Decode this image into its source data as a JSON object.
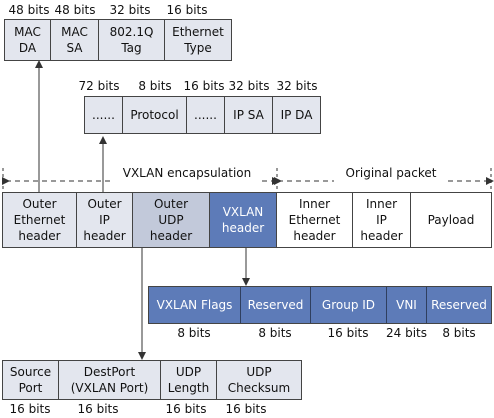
{
  "ethernet_header": {
    "bits": [
      "48 bits",
      "48 bits",
      "32 bits",
      "16 bits"
    ],
    "fields": [
      "MAC\nDA",
      "MAC\nSA",
      "802.1Q\nTag",
      "Ethernet\nType"
    ]
  },
  "ip_header": {
    "bits": [
      "72 bits",
      "8 bits",
      "16 bits",
      "32 bits",
      "32 bits"
    ],
    "fields": [
      "......",
      "Protocol",
      "......",
      "IP SA",
      "IP DA"
    ]
  },
  "encapsulation": {
    "vxlan_label": "VXLAN encapsulation",
    "original_label": "Original packet"
  },
  "packet": {
    "fields": [
      "Outer\nEthernet\nheader",
      "Outer\nIP\nheader",
      "Outer\nUDP\nheader",
      "VXLAN\nheader",
      "Inner\nEthernet\nheader",
      "Inner\nIP\nheader",
      "Payload"
    ]
  },
  "vxlan_header": {
    "fields": [
      "VXLAN Flags",
      "Reserved",
      "Group ID",
      "VNI",
      "Reserved"
    ],
    "bits": [
      "8 bits",
      "8 bits",
      "16 bits",
      "24 bits",
      "8 bits"
    ]
  },
  "udp_header": {
    "fields": [
      "Source\nPort",
      "DestPort\n(VXLAN Port)",
      "UDP\nLength",
      "UDP\nChecksum"
    ],
    "bits": [
      "16 bits",
      "16 bits",
      "16 bits",
      "16 bits"
    ]
  },
  "colors": {
    "header_fill": "#e3e6ee",
    "vxlan_fill": "#5d7bb8",
    "outer_udp_fill": "#c2c9da",
    "line": "#444444"
  }
}
